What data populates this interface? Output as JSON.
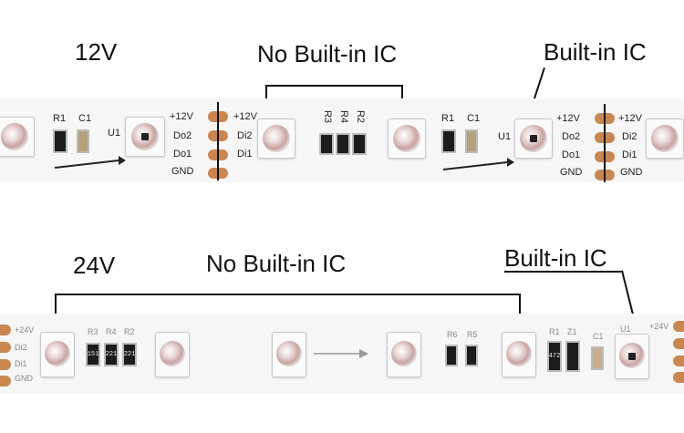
{
  "titles": {
    "v12": "12V",
    "no_ic_top": "No Built-in IC",
    "built_in_top": "Built-in IC",
    "v24": "24V",
    "no_ic_bottom": "No Built-in IC",
    "built_in_bottom": "Built-in IC"
  },
  "strip12": {
    "r1a": "R1",
    "c1a": "C1",
    "u1a": "U1",
    "pads_left": [
      "+12V",
      "Do2",
      "Do1",
      "GND"
    ],
    "pads_right": [
      "+12V",
      "Di2",
      "Di1"
    ],
    "r3": "R3",
    "r4": "R4",
    "r2": "R2",
    "r1b": "R1",
    "c1b": "C1",
    "u1b": "U1",
    "pads_left2": [
      "+12V",
      "Do2",
      "Do1",
      "GND"
    ],
    "pads_right2": [
      "+12V",
      "Di2",
      "Di1",
      "GND"
    ]
  },
  "strip24": {
    "pads": [
      "+24V",
      "Di2",
      "Di1",
      "GND"
    ],
    "r3": "R3",
    "r4": "R4",
    "r2": "R2",
    "codes": [
      "151",
      "221",
      "221"
    ],
    "r6": "R6",
    "r5": "R5",
    "r1": "R1",
    "z1": "Z1",
    "c1": "C1",
    "u1": "U1",
    "code_r1": "472",
    "right_pads": [
      "+24V"
    ]
  },
  "colors": {
    "board": "#f6f6f6",
    "copper": "#c9874f",
    "text": "#111111"
  }
}
